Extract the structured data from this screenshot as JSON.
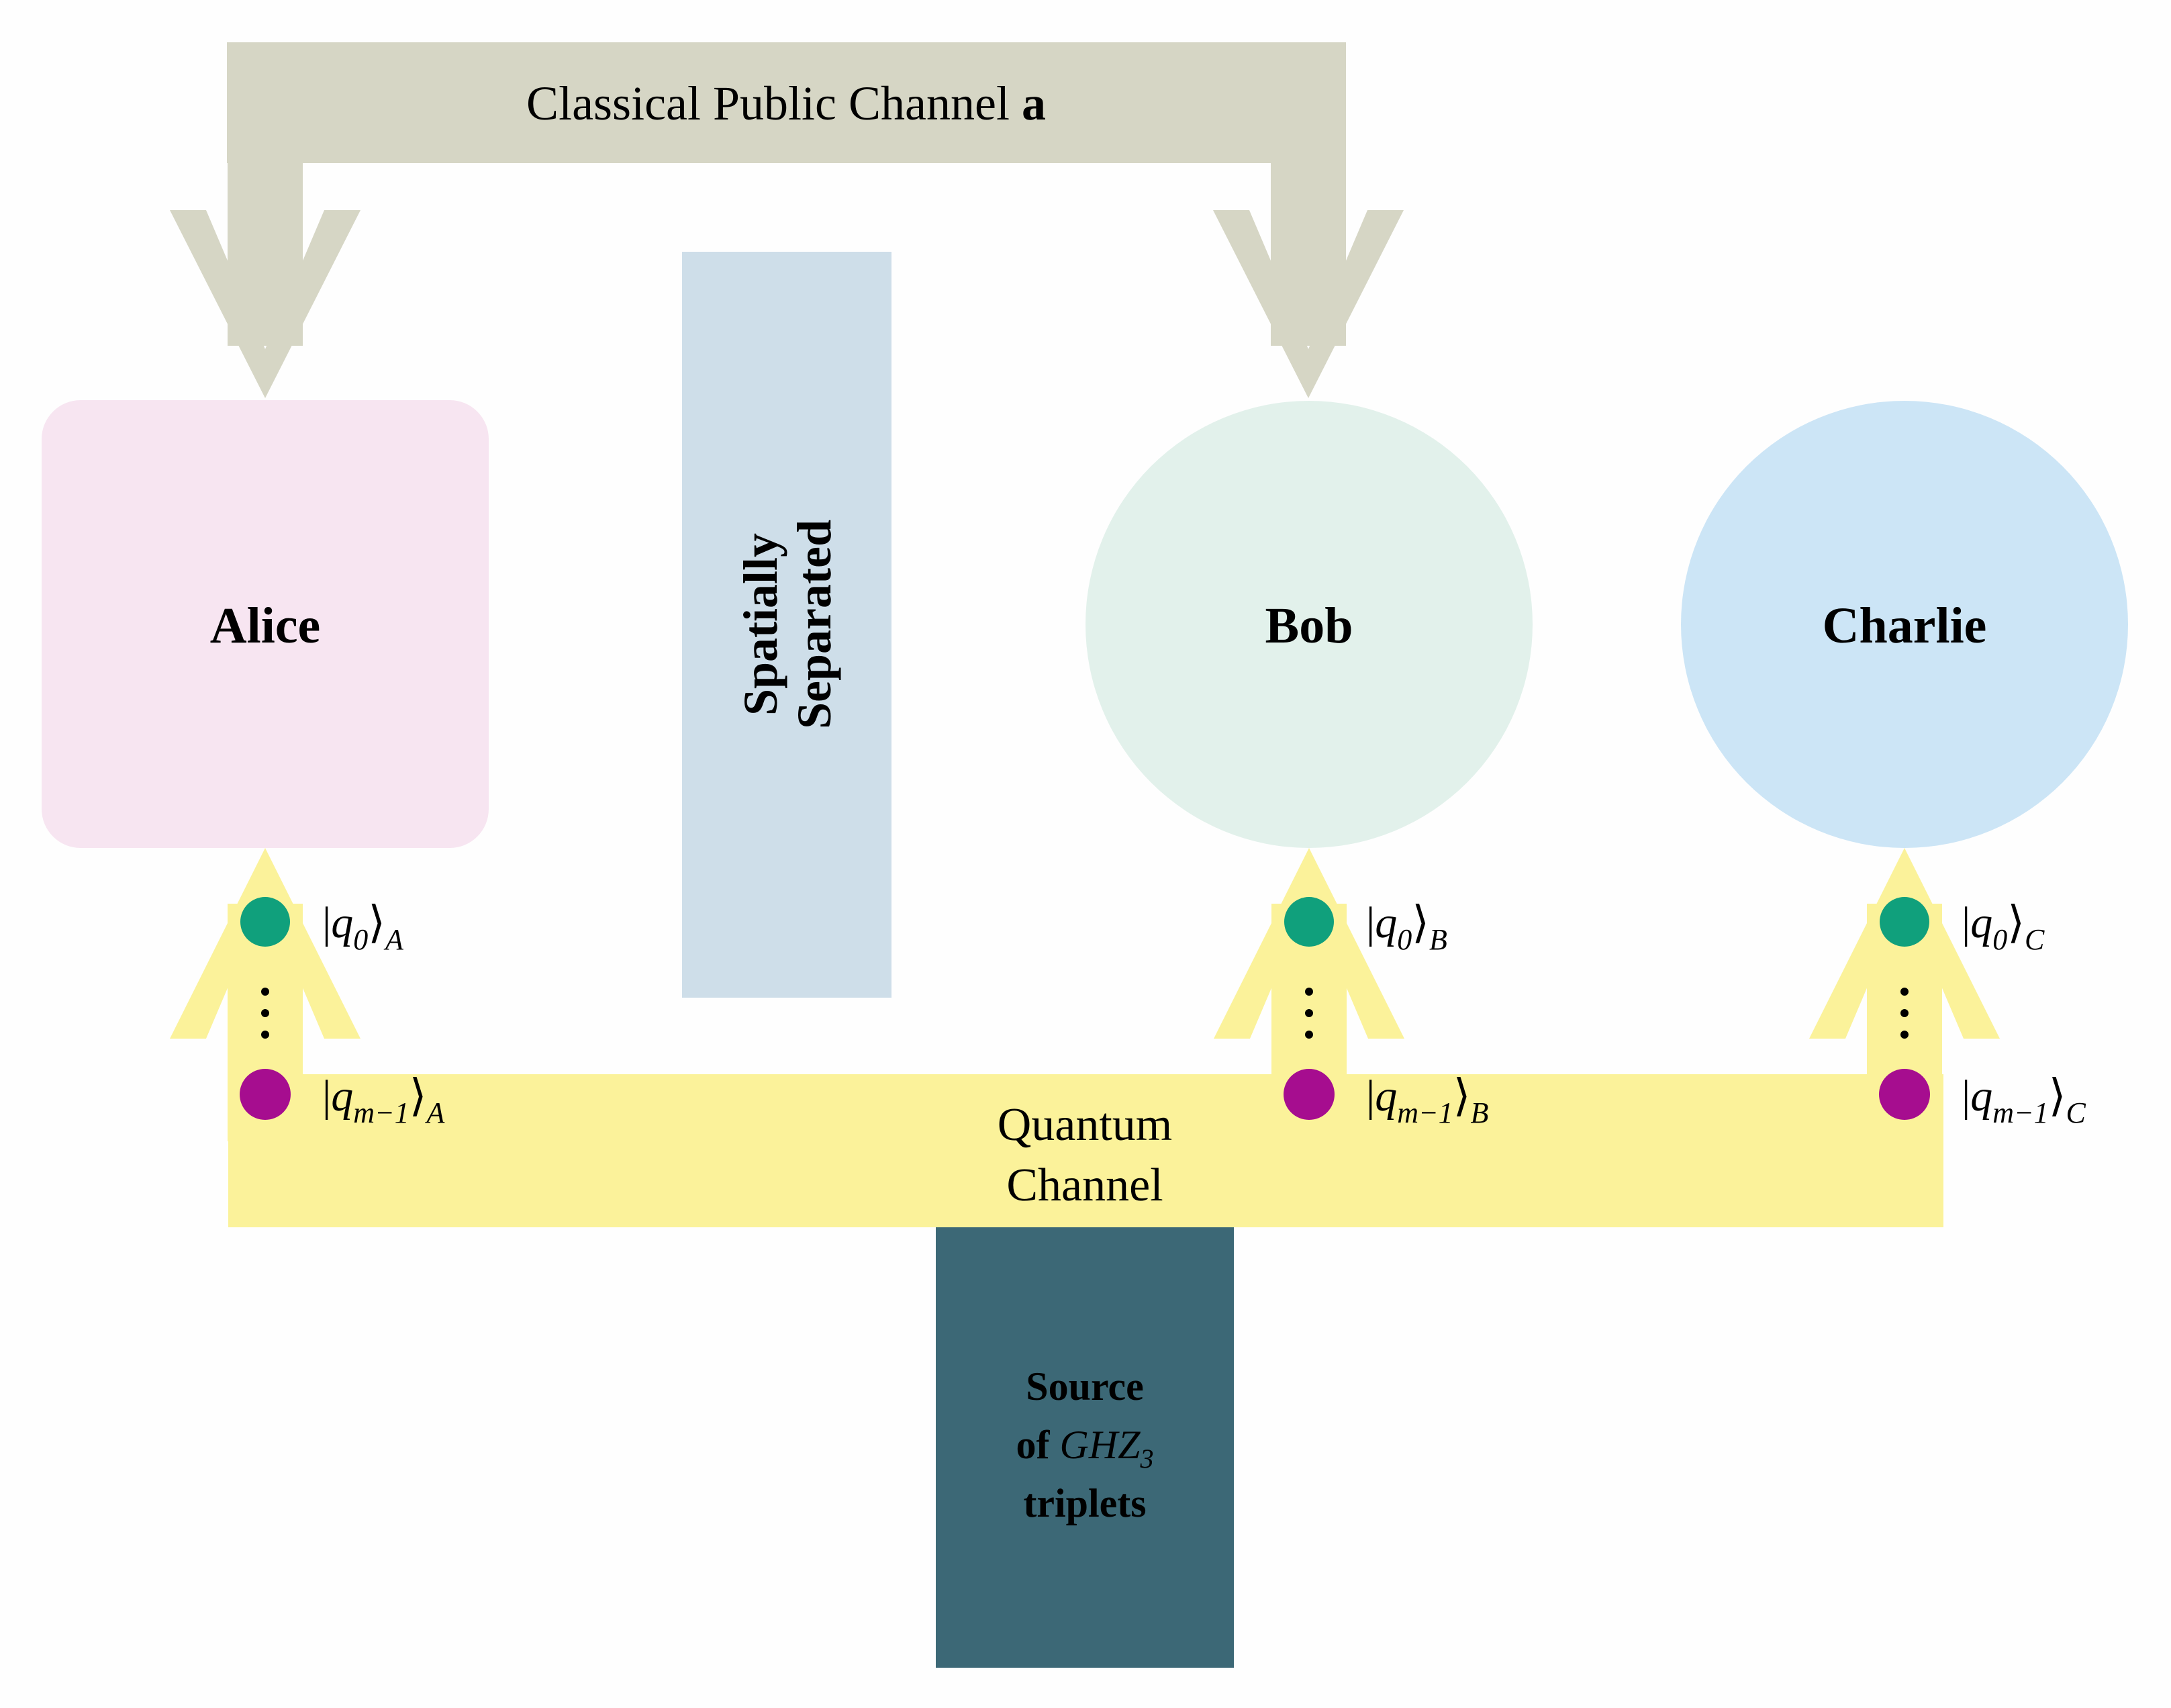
{
  "colors": {
    "background": "#fefefe",
    "classical_channel": "#d6d6c5",
    "alice_box": "#f7e5f1",
    "separator_bar": "#cedee9",
    "bob_circle": "#e2f1eb",
    "charlie_circle": "#cce5f6",
    "quantum_channel": "#fbf29a",
    "source_box": "#3c6876",
    "source_text": "#ffffff",
    "qubit_first_dot": "#10a07c",
    "qubit_last_dot": "#a60d8f",
    "ellipsis_dot": "#000000",
    "label_text": "#000000"
  },
  "classical_channel": {
    "label": "Classical Public Channel ",
    "bold_suffix": "a"
  },
  "separator": {
    "line1": "Spatially",
    "line2": "Separated"
  },
  "parties": {
    "alice": "Alice",
    "bob": "Bob",
    "charlie": "Charlie"
  },
  "quantum_channel": {
    "line1": "Quantum",
    "line2": "Channel"
  },
  "source": {
    "line1": "Source",
    "line2_word": "of ",
    "line2_math": "GHZ",
    "line2_sub": "3",
    "line3": "triplets"
  },
  "qubits": {
    "ket_open": "|",
    "symbol": "q",
    "first_index": "0",
    "last_index": "m−1",
    "ket_close": "⟩",
    "alice_party": "A",
    "bob_party": "B",
    "charlie_party": "C"
  }
}
